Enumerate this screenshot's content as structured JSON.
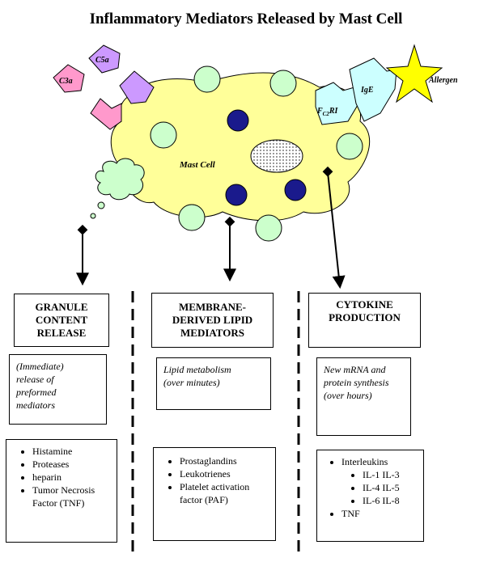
{
  "title": "Inflammatory Mediators Released by Mast Cell",
  "diagram_labels": {
    "mast_cell": "Mast Cell",
    "c5a": "C5a",
    "c3a": "C3a",
    "ige": "IgE",
    "allergen": "Allergen",
    "receptor_main": "F",
    "receptor_sub": "C2",
    "receptor_end": "RI"
  },
  "columns": [
    {
      "header": [
        "GRANULE",
        "CONTENT",
        "RELEASE"
      ],
      "description": [
        "(Immediate)",
        "release of",
        "preformed",
        "mediators"
      ],
      "items": [
        "Histamine",
        "Proteases",
        "heparin",
        "Tumor Necrosis Factor (TNF)"
      ]
    },
    {
      "header": [
        "MEMBRANE-",
        "DERIVED LIPID",
        "MEDIATORS"
      ],
      "description": [
        "Lipid metabolism",
        "(over minutes)"
      ],
      "items": [
        "Prostaglandins",
        "Leukotrienes",
        "Platelet activation factor (PAF)"
      ]
    },
    {
      "header": [
        "CYTOKINE",
        "PRODUCTION"
      ],
      "description": [
        "New mRNA and",
        "protein synthesis",
        "(over hours)"
      ],
      "items_main": "Interleukins",
      "subitems": [
        "IL-1 IL-3",
        "IL-4 IL-5",
        "IL-6 IL-8"
      ],
      "items_tail": "TNF"
    }
  ],
  "colors": {
    "cell_fill": "#ffff99",
    "granule_green": "#ccffcc",
    "granule_navy": "#1a1a8c",
    "c5a": "#cc99ff",
    "c3a": "#ff99cc",
    "receptor": "#ccffff",
    "allergen": "#ffff00"
  }
}
